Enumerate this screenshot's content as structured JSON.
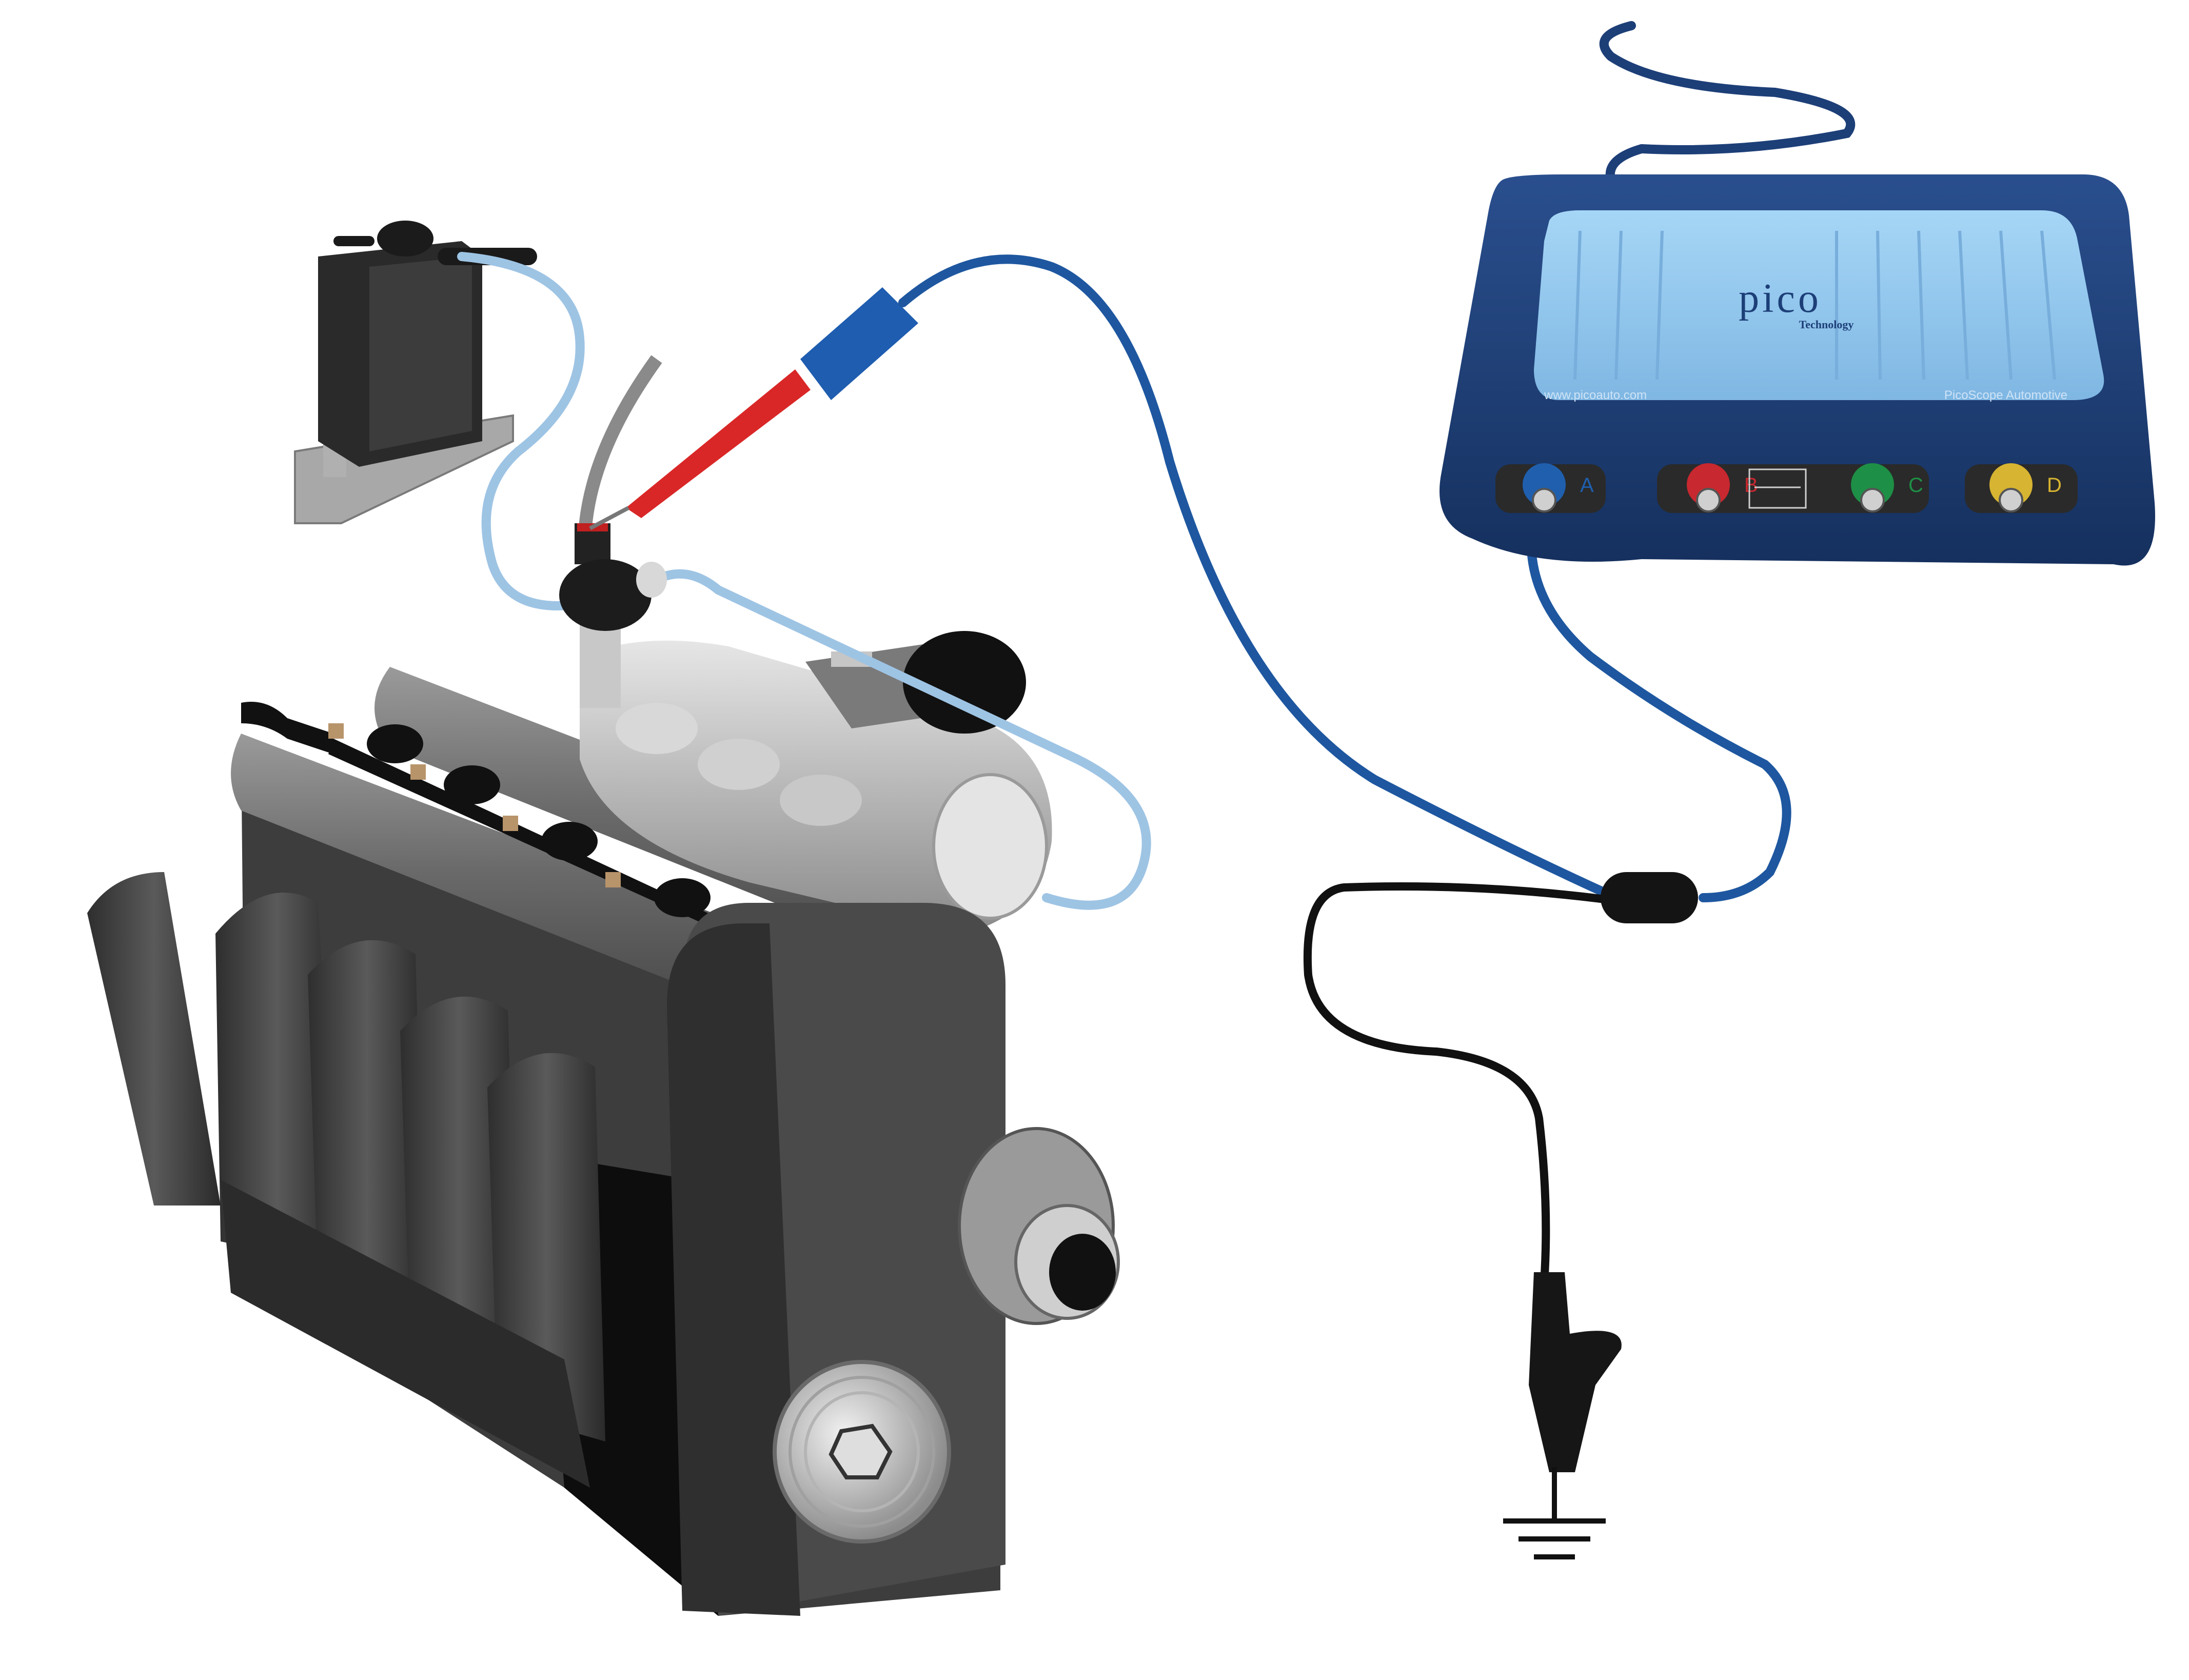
{
  "scope": {
    "brand": "pico",
    "sub_brand": "Technology",
    "website": "www.picoauto.com",
    "model": "PicoScope Automotive",
    "channels": [
      {
        "label": "A",
        "color": "#1f5fae"
      },
      {
        "label": "B",
        "color": "#c8282f"
      },
      {
        "label": "C",
        "color": "#1e8f46"
      },
      {
        "label": "D",
        "color": "#d7b431"
      }
    ]
  },
  "colors": {
    "scope_body": "#1d3f78",
    "scope_panel": "#8ec6ee",
    "probe_cable": "#1e57a0",
    "vacuum_hose": "#9ec4e4",
    "probe_tip": "#d92727",
    "engine_dark": "#3c3c3c",
    "ground_lead": "#111111"
  },
  "icons": [
    "ground-symbol-icon",
    "hex-bolt-icon"
  ]
}
